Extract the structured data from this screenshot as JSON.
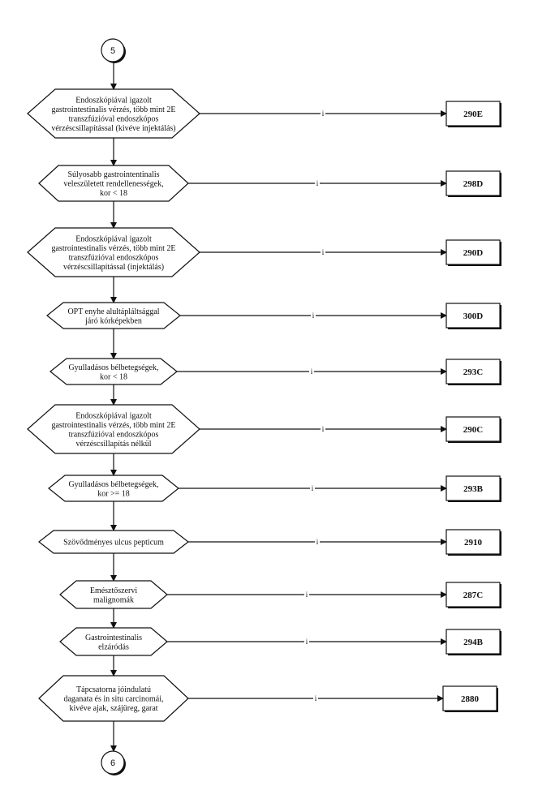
{
  "connectors": {
    "top": "5",
    "bottom": "6"
  },
  "yes_label": "i",
  "decisions": [
    {
      "lines": [
        "Endoszkópiával igazolt",
        "gastrointestinalis vérzés, több mint 2E",
        "transzfúzióval endoszkópos",
        "vérzéscsillapítással (kivéve injektálás)"
      ],
      "code": "290E"
    },
    {
      "lines": [
        "Súlyosabb gastrointentinalis",
        "veleszületett rendellenességek,",
        "kor < 18"
      ],
      "code": "298D"
    },
    {
      "lines": [
        "Endoszkópiával igazolt",
        "gastrointestinalis vérzés, több mint 2E",
        "transzfúzióval endoszkópos",
        "vérzéscsillapítással (injektálás)"
      ],
      "code": "290D"
    },
    {
      "lines": [
        "OPT enyhe alultápláltsággal",
        "járó kórképekben"
      ],
      "code": "300D"
    },
    {
      "lines": [
        "Gyulladásos bélbetegségek,",
        "kor < 18"
      ],
      "code": "293C"
    },
    {
      "lines": [
        "Endoszkópiával igazolt",
        "gastrointestinalis vérzés, több mint 2E",
        "transzfúzióval endoszkópos",
        "vérzéscsillapítás nélkül"
      ],
      "code": "290C"
    },
    {
      "lines": [
        "Gyulladásos bélbetegségek,",
        "kor >= 18"
      ],
      "code": "293B"
    },
    {
      "lines": [
        "Szövődményes ulcus pepticum"
      ],
      "code": "2910"
    },
    {
      "lines": [
        "Emésztőszervi",
        "malignomák"
      ],
      "code": "287C"
    },
    {
      "lines": [
        "Gastrointestinalis",
        "elzáródás"
      ],
      "code": "294B"
    },
    {
      "lines": [
        "Tápcsatorna jóindulatú",
        "daganata és in situ carcinomái,",
        "kivéve ajak, szájüreg, garat"
      ],
      "code": "2880"
    }
  ]
}
